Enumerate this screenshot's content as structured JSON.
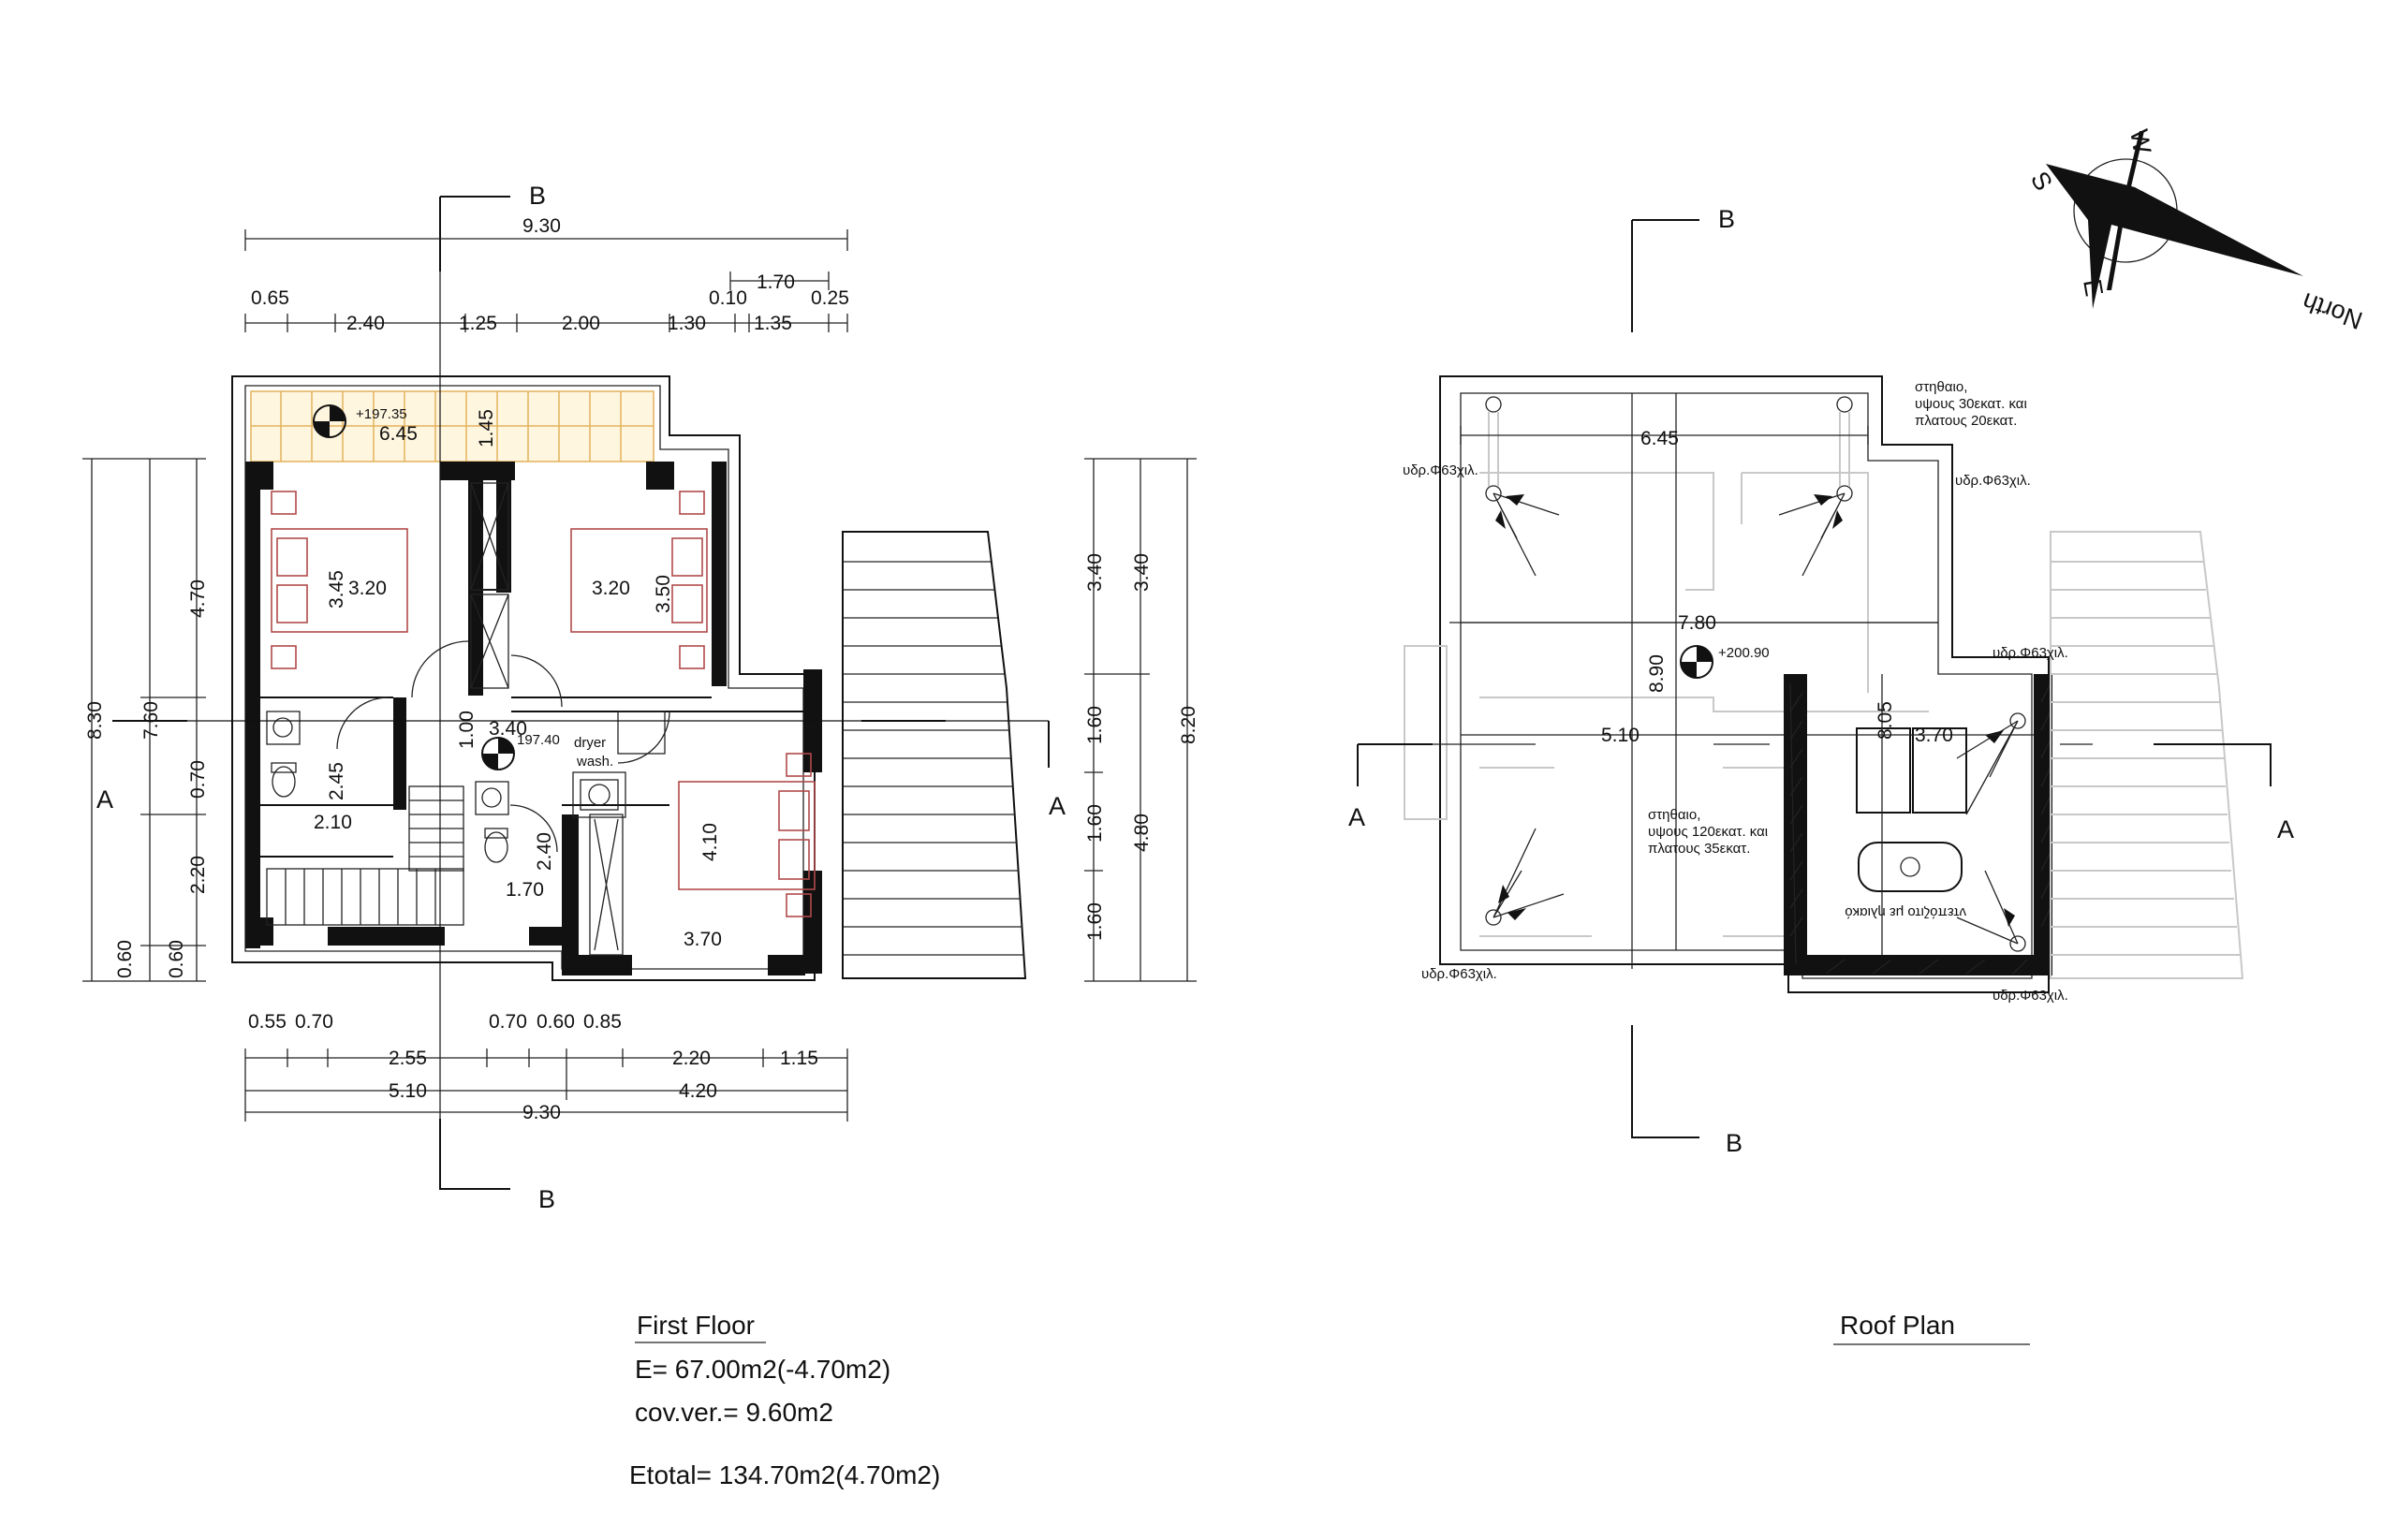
{
  "first_floor": {
    "section_a": "A",
    "section_b": "B",
    "dims_top": [
      "9.30",
      "0.65",
      "2.40",
      "1.25",
      "2.00",
      "1.30",
      "0.10",
      "1.70",
      "1.35",
      "0.25"
    ],
    "dims_bottom": [
      "0.55",
      "0.70",
      "2.55",
      "0.70",
      "0.60",
      "0.85",
      "2.20",
      "1.15",
      "5.10",
      "4.20",
      "9.30"
    ],
    "dims_left": [
      "8.30",
      "7.60",
      "4.70",
      "0.70",
      "2.20",
      "0.60",
      "0.60"
    ],
    "dims_right": [
      "3.40",
      "3.40",
      "1.60",
      "1.60",
      "4.80",
      "1.60",
      "8.20"
    ],
    "rooms": [
      "6.45",
      "1.45",
      "3.20",
      "3.45",
      "3.20",
      "3.50",
      "3.40",
      "1.00",
      "2.45",
      "2.10",
      "2.40",
      "1.70",
      "4.10",
      "3.70"
    ],
    "level_balcony": "+197.35",
    "level_floor": "197.40",
    "dryer": "dryer",
    "wash": "wash."
  },
  "roof_plan": {
    "section_a": "A",
    "section_b": "B",
    "dims": [
      "6.45",
      "7.80",
      "5.10",
      "3.70",
      "8.90",
      "8.05"
    ],
    "level": "+200.90",
    "note_parapet_low": [
      "στηθαιο,",
      "υψους 30εκατ. και",
      "πλατους 20εκατ."
    ],
    "note_parapet_high": [
      "στηθαιο,",
      "υψους 120εκατ. και",
      "πλατους 35εκατ."
    ],
    "drain_label": "υδρ.Φ63χιλ.",
    "tank_label": "ντεπόζιτο με ηλιακό"
  },
  "compass": {
    "s": "S",
    "w": "W",
    "e": "E",
    "north": "North"
  },
  "captions": {
    "first_floor_title": "First Floor",
    "area": "E= 67.00m2(-4.70m2)",
    "covered": "cov.ver.= 9.60m2",
    "total": "Etotal= 134.70m2(4.70m2)",
    "roof_title": "Roof  Plan"
  }
}
